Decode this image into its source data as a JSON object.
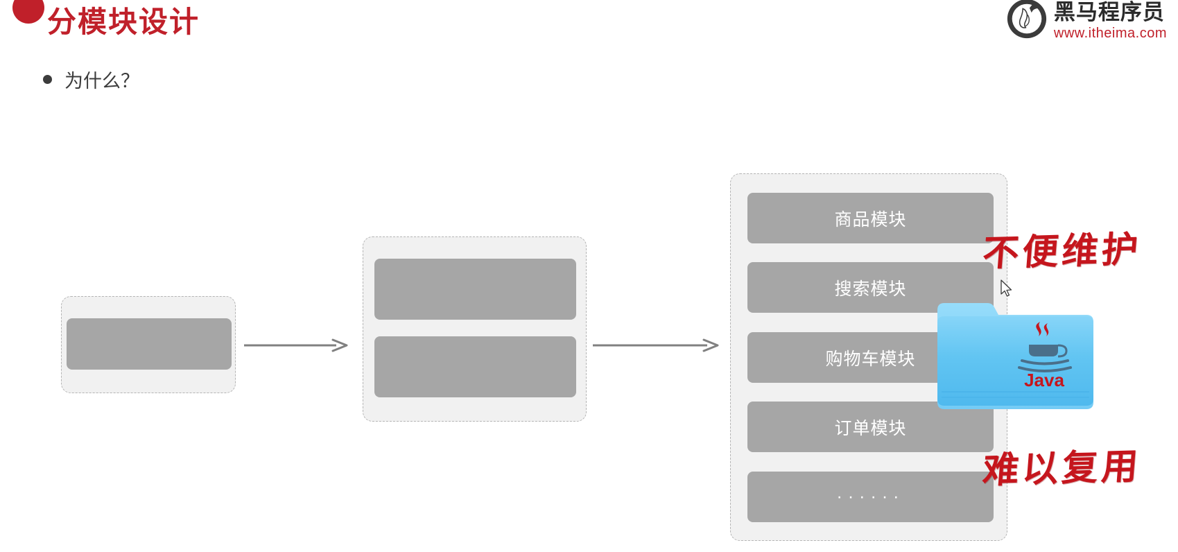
{
  "header": {
    "title": "分模块设计",
    "bullet_icon": "red-circle-bullet",
    "logo": {
      "icon": "itheima-horse-logo",
      "brand": "黑马程序员",
      "url": "www.itheima.com"
    }
  },
  "content": {
    "bullet_icon": "dark-round-bullet",
    "bullet_text": "为什么？"
  },
  "diagram": {
    "type": "evolution-flow",
    "stages": [
      {
        "id": "stage-1",
        "modules": [
          ""
        ]
      },
      {
        "id": "stage-2",
        "modules": [
          "",
          ""
        ]
      },
      {
        "id": "stage-3",
        "modules": [
          "商品模块",
          "搜索模块",
          "购物车模块",
          "订单模块",
          "······"
        ]
      }
    ],
    "arrows": [
      "arrow-right",
      "arrow-right"
    ],
    "annotations": [
      {
        "id": "note-1",
        "text": "不便维护"
      },
      {
        "id": "note-2",
        "text": "难以复用"
      }
    ],
    "java_folder": {
      "icon": "java-folder-icon",
      "label": "Java"
    },
    "cursor": "mouse-pointer"
  },
  "colors": {
    "brand_red": "#c0202a",
    "annotation_red": "#c5161d",
    "module_gray": "#a6a6a6",
    "container_gray": "#f1f1f1",
    "folder_blue": "#62c7f5",
    "text_dark": "#3c3c3c"
  }
}
